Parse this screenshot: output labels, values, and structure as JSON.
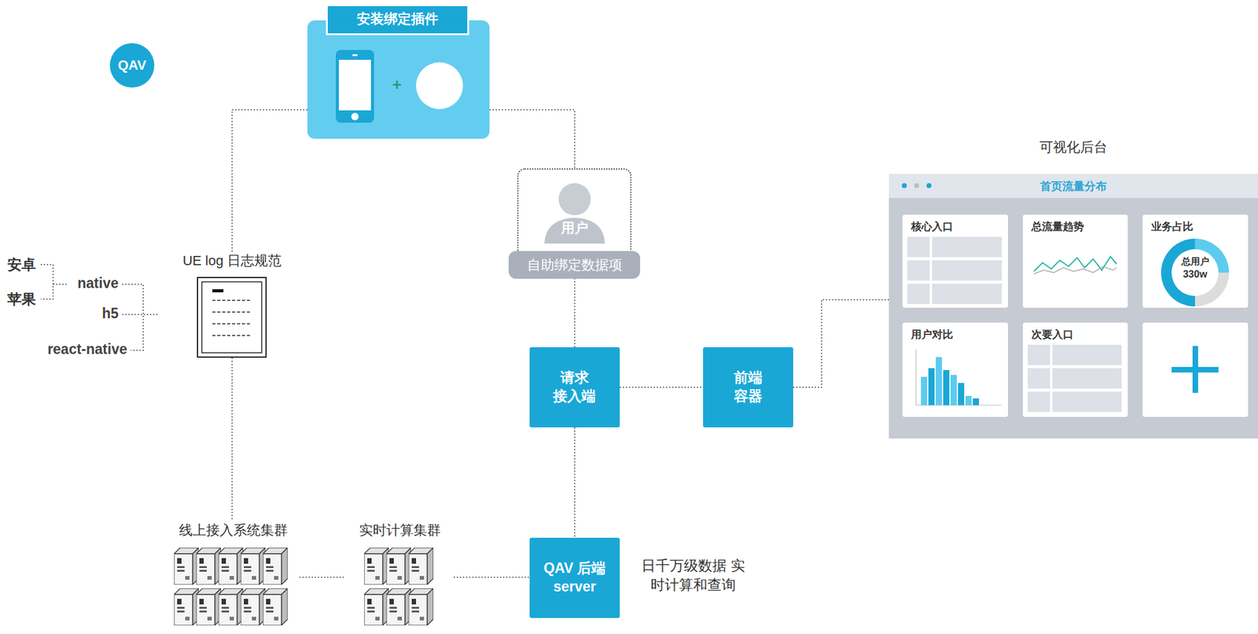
{
  "diagram": {
    "nodes": [
      {
        "text": [
          "安装绑定插件"
        ]
      },
      {
        "text": [
          "QAV"
        ],
        "in": 0
      },
      {
        "text": [
          "UE log 日志规范"
        ]
      },
      {
        "text": [
          "用户",
          "自助绑定数据项"
        ]
      },
      {
        "text": [
          "请求 接入端"
        ]
      },
      {
        "text": [
          "前端 容器"
        ]
      },
      {
        "text": [
          "可视化后台",
          "首页流量分布"
        ]
      },
      {
        "text": [
          "核心入口"
        ],
        "in": 6
      },
      {
        "text": [
          "总流量趋势"
        ],
        "in": 6
      },
      {
        "text": [
          "业务占比"
        ],
        "in": 6
      },
      {
        "text": [
          "用户对比"
        ],
        "in": 6
      },
      {
        "text": [
          "次要入口"
        ],
        "in": 6
      },
      {
        "text": [
          "线上接入系统集群"
        ]
      },
      {
        "text": [
          "实时计算集群"
        ]
      },
      {
        "text": [
          "QAV 后端 server"
        ]
      }
    ],
    "edges": [
      {
        "from": 0,
        "to": 2,
        "arrow": "none"
      },
      {
        "from": 0,
        "to": 3,
        "arrow": "none"
      },
      {
        "from": 3,
        "to": 4,
        "arrow": "none"
      },
      {
        "from": 4,
        "to": 5,
        "arrow": "none"
      },
      {
        "from": 5,
        "to": 6,
        "arrow": "none"
      },
      {
        "from": 4,
        "to": 14,
        "arrow": "none"
      },
      {
        "from": 2,
        "to": 12,
        "arrow": "none"
      },
      {
        "from": 12,
        "to": 13,
        "arrow": "none"
      },
      {
        "from": 13,
        "to": 14,
        "arrow": "none"
      }
    ],
    "labels": [
      "+",
      "安卓",
      "苹果",
      "native",
      "h5",
      "react-native",
      "总用户",
      "330w",
      "日千万级数据 实时计算和查询"
    ]
  }
}
